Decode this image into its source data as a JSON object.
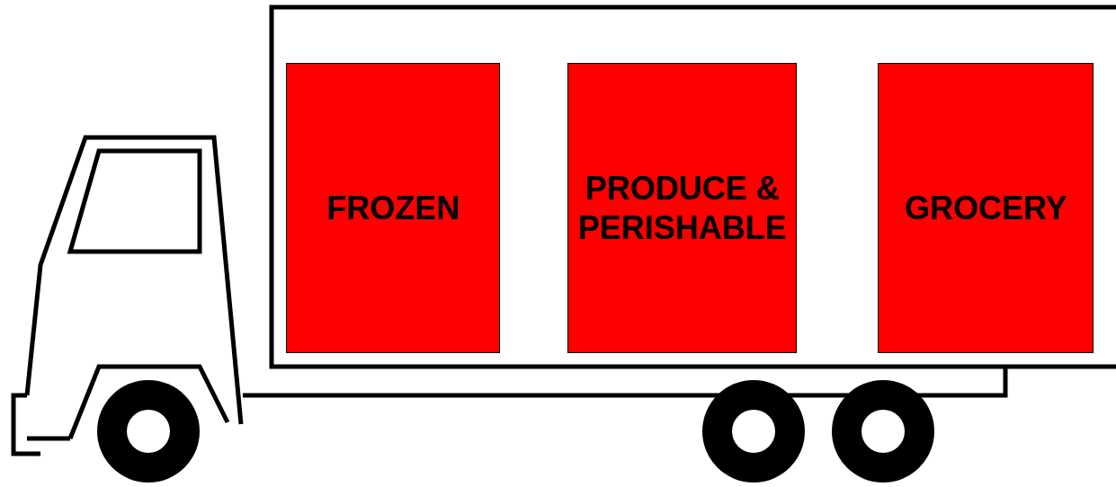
{
  "diagram": {
    "nodes": [
      {
        "text": [
          "FROZEN"
        ]
      },
      {
        "text": [
          "PRODUCE & PERISHABLE"
        ]
      },
      {
        "text": [
          "GROCERY"
        ]
      }
    ]
  }
}
